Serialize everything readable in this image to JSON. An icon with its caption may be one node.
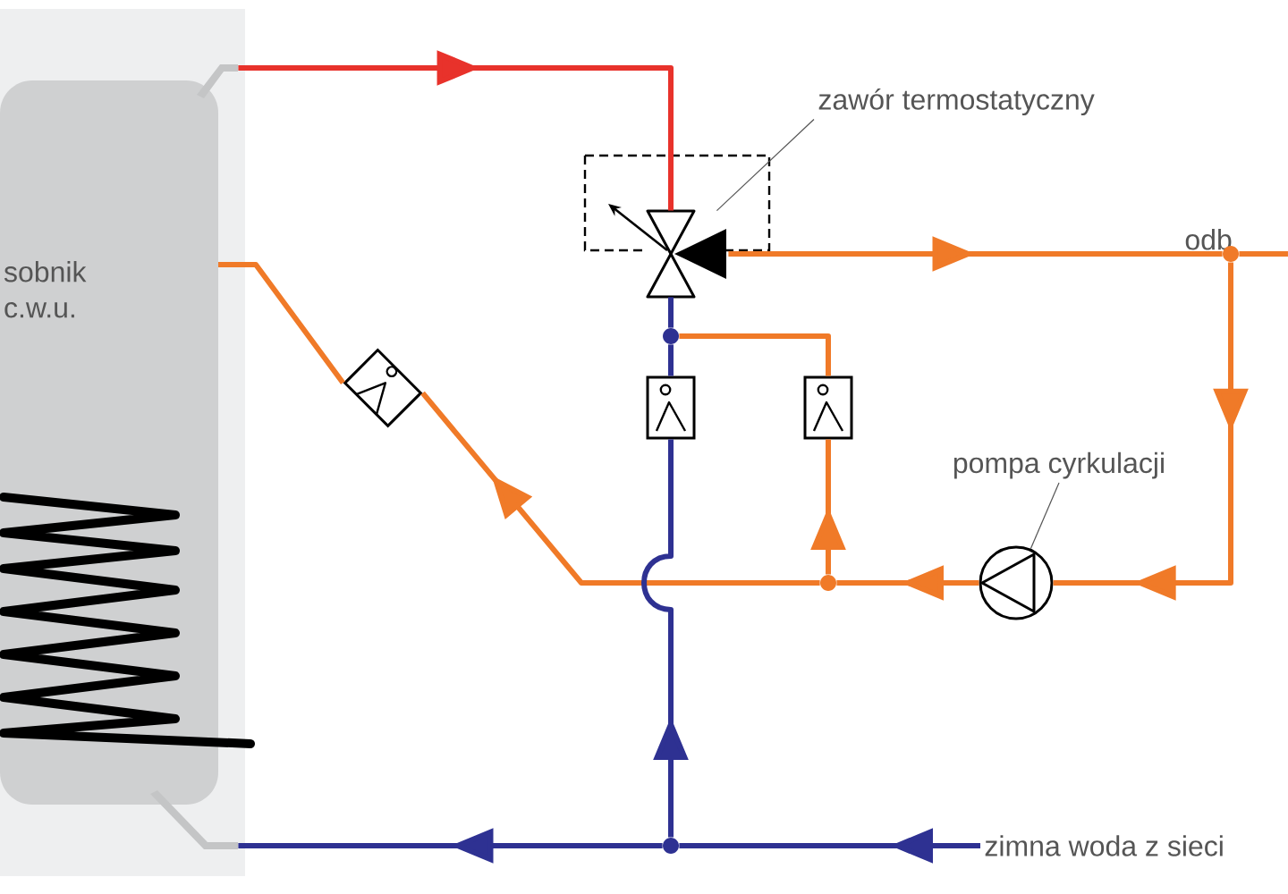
{
  "diagram": {
    "nodes": [
      {
        "text": [
          "sobnik c.w.u."
        ]
      },
      {
        "text": [
          "zawór termostatyczny"
        ]
      },
      {
        "text": [],
        "shape": "valve"
      },
      {
        "text": [
          "odb"
        ]
      },
      {
        "text": [],
        "shape": "circle"
      },
      {
        "text": [],
        "shape": "valve"
      },
      {
        "text": [],
        "shape": "valve"
      },
      {
        "text": [],
        "shape": "valve"
      },
      {
        "text": [],
        "shape": "circle"
      },
      {
        "text": [],
        "shape": "circle"
      },
      {
        "text": [
          "pompa cyrkulacji"
        ]
      },
      {
        "text": [],
        "shape": "circle"
      },
      {
        "text": [],
        "shape": "circle"
      },
      {
        "text": [
          "zimna woda z sieci"
        ]
      }
    ],
    "edges": [
      {
        "from": 0,
        "to": 2,
        "arrow": "to",
        "color": "#e8322b"
      },
      {
        "from": 2,
        "to": 4,
        "arrow": "to"
      },
      {
        "from": 4,
        "to": 3,
        "arrow": "none"
      },
      {
        "from": 4,
        "to": 11,
        "arrow": "to"
      },
      {
        "from": 11,
        "to": 9,
        "arrow": "to"
      },
      {
        "from": 9,
        "to": 7,
        "arrow": "to"
      },
      {
        "from": 7,
        "to": 8,
        "arrow": "none"
      },
      {
        "from": 9,
        "to": 5,
        "arrow": "to"
      },
      {
        "from": 5,
        "to": 0,
        "arrow": "none"
      },
      {
        "from": 1,
        "to": 2,
        "arrow": "none",
        "color": "#555555"
      },
      {
        "from": 10,
        "to": 11,
        "arrow": "none",
        "color": "#555555"
      },
      {
        "from": 13,
        "to": 12,
        "arrow": "to",
        "color": "#2e3192"
      },
      {
        "from": 12,
        "to": 0,
        "arrow": "to",
        "color": "#2e3192"
      },
      {
        "from": 12,
        "to": 6,
        "arrow": "to",
        "color": "#2e3192"
      },
      {
        "from": 6,
        "to": 8,
        "arrow": "none",
        "color": "#2e3192"
      },
      {
        "from": 8,
        "to": 2,
        "arrow": "none",
        "color": "#2e3192"
      }
    ]
  }
}
